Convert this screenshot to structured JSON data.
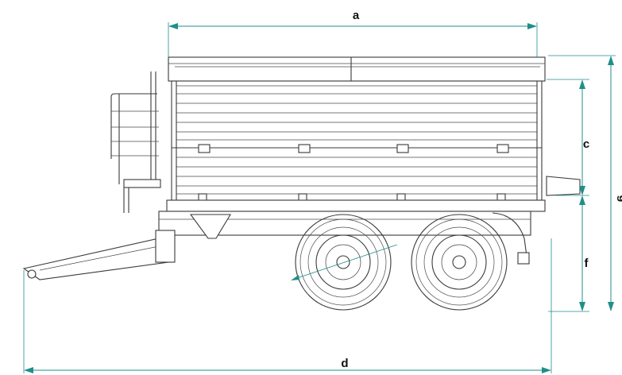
{
  "dimensions": {
    "a": "a",
    "c": "c",
    "d": "d",
    "f": "f",
    "g": "g"
  },
  "colors": {
    "dimension_line": "#1f8f8a",
    "drawing_line": "#3a3a3a",
    "background": "#ffffff"
  }
}
